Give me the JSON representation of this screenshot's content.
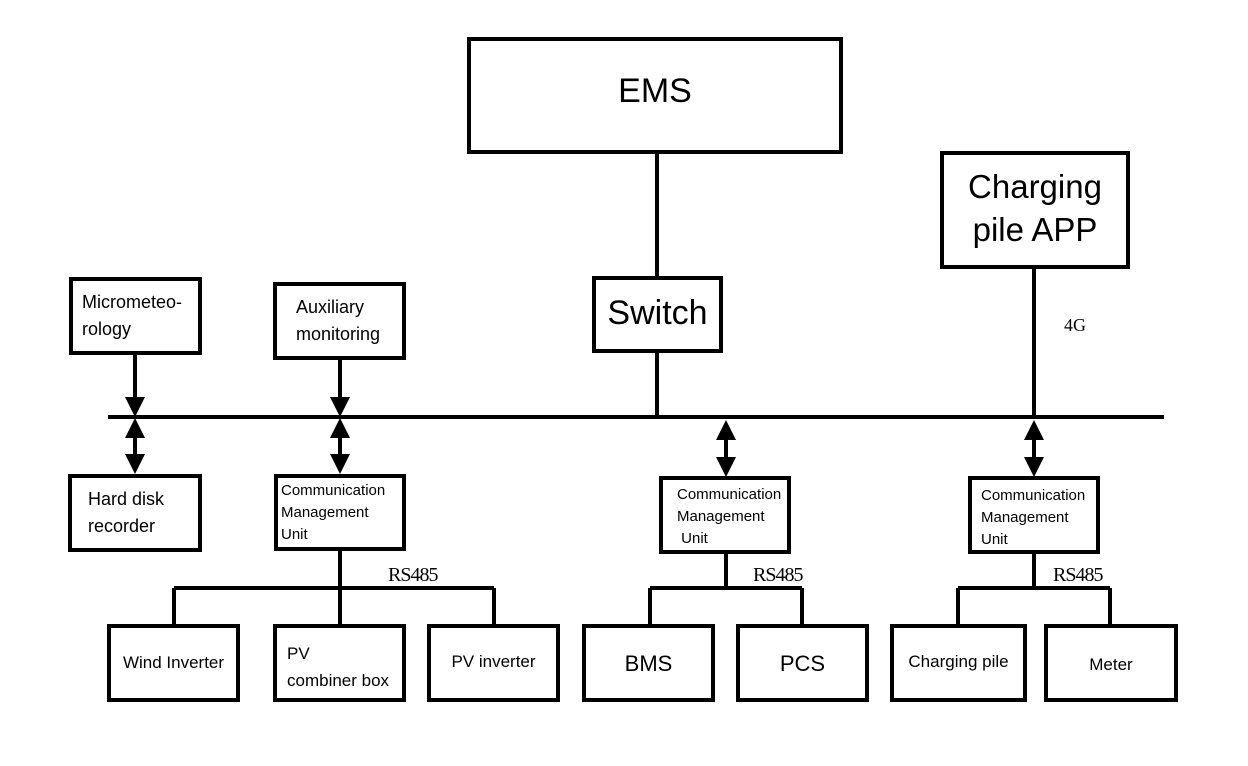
{
  "diagram": {
    "nodes": {
      "ems": "EMS",
      "charging_app": "Charging\npile APP",
      "switch": "Switch",
      "micrometeorology": "Micrometeo-\nrology",
      "auxiliary_monitoring": "Auxiliary\nmonitoring",
      "hard_disk_recorder": "Hard disk\nrecorder",
      "cmu_1": "Communication\nManagement\nUnit",
      "cmu_2": "Communication\nManagement\n Unit",
      "cmu_3": "Communication\nManagement\nUnit",
      "wind_inverter": "Wind Inverter",
      "pv_combiner_box": "PV\ncombiner box",
      "pv_inverter": "PV inverter",
      "bms": "BMS",
      "pcs": "PCS",
      "charging_pile": "Charging pile",
      "meter": "Meter"
    },
    "link_labels": {
      "rs485_1": "RS485",
      "rs485_2": "RS485",
      "rs485_3": "RS485",
      "cellular": "4G"
    },
    "line_color": "#000000"
  }
}
